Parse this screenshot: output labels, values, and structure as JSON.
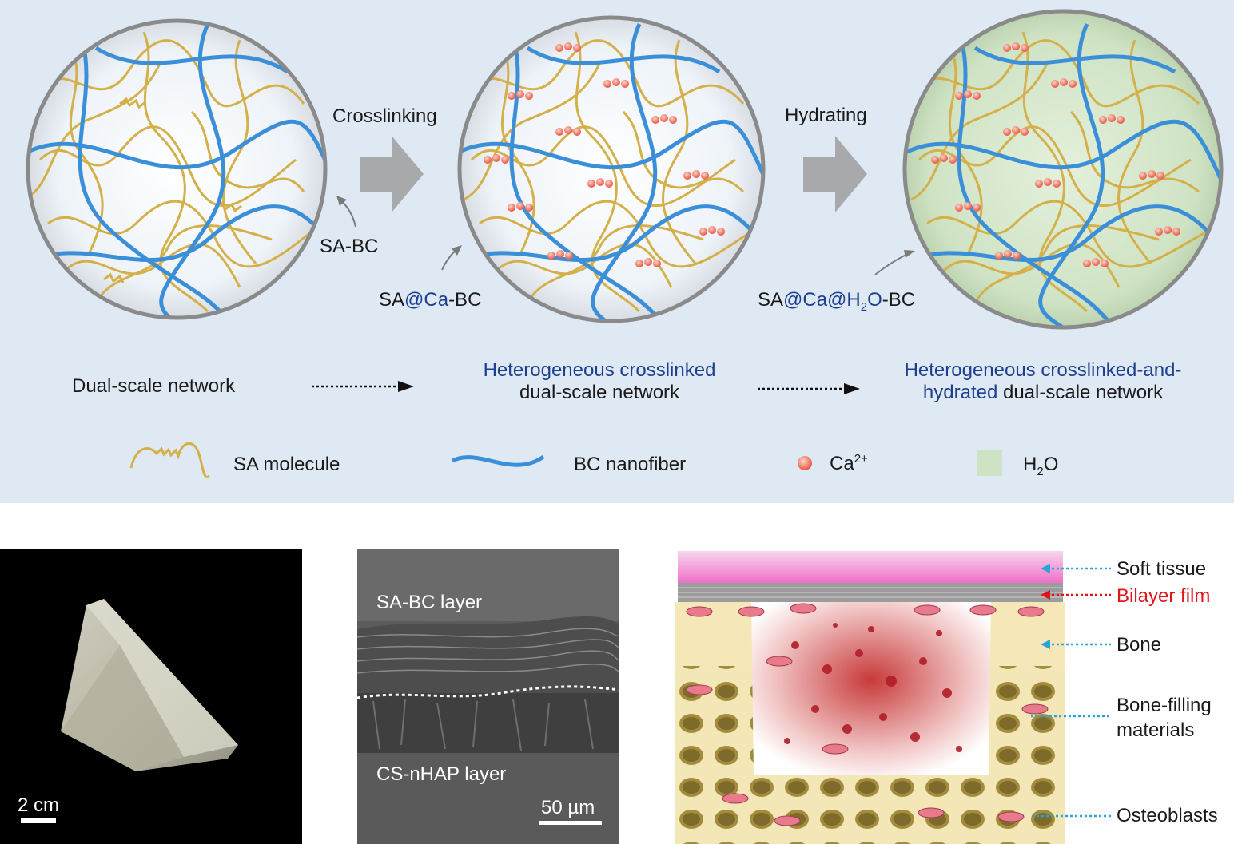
{
  "stages": [
    {
      "process_label": "Crosslinking"
    },
    {
      "process_label": "Hydrating"
    }
  ],
  "callouts": {
    "sa_bc": "SA-BC",
    "sa_ca_bc": {
      "p1": "SA",
      "p2": "@Ca",
      "p3": "-BC"
    },
    "sa_ca_h2o_bc": {
      "p1": "SA",
      "p2": "@Ca@H",
      "p3": "2",
      "p4": "O",
      "p5": "-BC"
    }
  },
  "networks": {
    "n1": "Dual-scale network",
    "n2_line1": "Heterogeneous crosslinked",
    "n2_line2": "dual-scale network",
    "n3_line1": "Heterogeneous crosslinked-and-",
    "n3_line2a": "hydrated",
    "n3_line2b": " dual-scale network"
  },
  "legend": {
    "sa": "SA molecule",
    "bc": "BC nanofiber",
    "ca": "Ca",
    "ca_sup": "2+",
    "h2o_a": "H",
    "h2o_sub": "2",
    "h2o_b": "O"
  },
  "photo": {
    "scale_label": "2 cm"
  },
  "sem": {
    "top_layer": "SA-BC layer",
    "bottom_layer": "CS-nHAP layer",
    "scale_label": "50 µm"
  },
  "schematic_labels": {
    "soft_tissue": "Soft tissue",
    "bilayer": "Bilayer film",
    "bone": "Bone",
    "filling_1": "Bone-filling",
    "filling_2": "materials",
    "osteoblasts": "Osteoblasts"
  },
  "colors": {
    "panel_bg": "#dfe9f4",
    "sa_fiber": "#d4b04a",
    "bc_fiber": "#3b8fd9",
    "ca_ion": "#f08a7a",
    "water": "#cde3c4",
    "label_blue": "#1d3f8f",
    "bilayer_red": "#e0141b",
    "pointer_cyan": "#29a6d6"
  }
}
